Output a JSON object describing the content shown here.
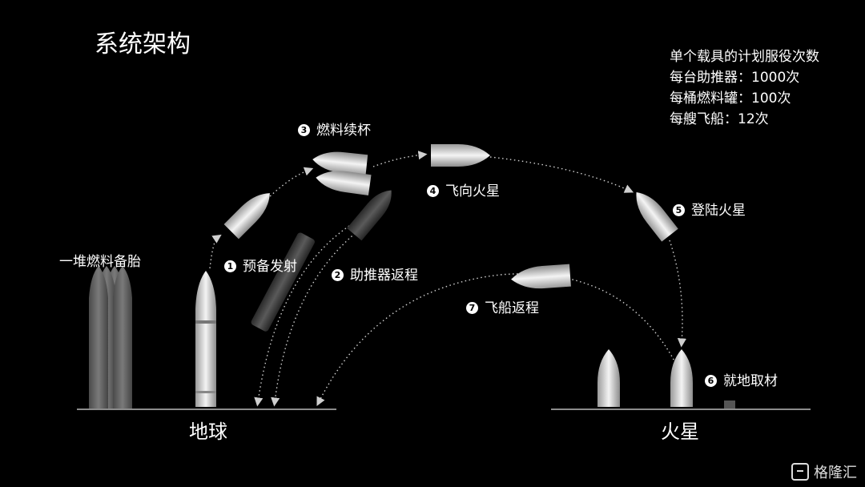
{
  "title": "系统架构",
  "stats": {
    "heading": "单个载具的计划服役次数",
    "booster": "每台助推器：1000次",
    "tank": "每桶燃料罐：100次",
    "ship": "每艘飞船：12次"
  },
  "spare": "一堆燃料备胎",
  "steps": [
    {
      "num": "1",
      "label": "预备发射"
    },
    {
      "num": "2",
      "label": "助推器返程"
    },
    {
      "num": "3",
      "label": "燃料续杯"
    },
    {
      "num": "4",
      "label": "飞向火星"
    },
    {
      "num": "5",
      "label": "登陆火星"
    },
    {
      "num": "6",
      "label": "就地取材"
    },
    {
      "num": "7",
      "label": "飞船返程"
    }
  ],
  "grounds": {
    "earth": "地球",
    "mars": "火星"
  },
  "watermark": "格隆汇",
  "colors": {
    "background": "#000000",
    "text": "#ffffff",
    "path": "#cfcfcf",
    "booster": "#3a3a3a",
    "ship": "#e6e6e6"
  }
}
